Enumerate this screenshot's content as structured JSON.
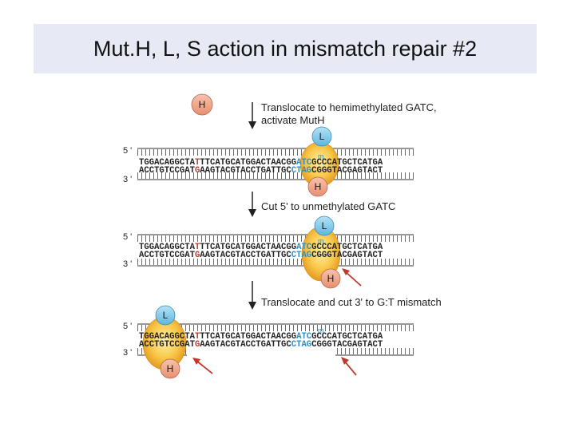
{
  "title": "Mut.H, L, S action in mismatch repair  #2",
  "steps": [
    {
      "line1": "Translocate to hemimethylated GATC,",
      "line2": "activate MutH"
    },
    {
      "line1": "Cut 5' to unmethylated GATC"
    },
    {
      "line1": "Translocate and cut 3' to G:T mismatch"
    }
  ],
  "strand_labels": {
    "five_prime": "5 '",
    "three_prime": "3 '"
  },
  "proteins": {
    "mutH": "H",
    "mutL": "L",
    "methyl": "m"
  },
  "sequence": {
    "top": [
      "TGGACAGGCTA",
      "T",
      "TTCATGCATGGACTAACGG",
      "ATC",
      "GCCCATGCTCATGA"
    ],
    "bottom": [
      "ACCTGTCCGAT",
      "G",
      "AAGTACGTACCTGATTGC",
      "CTAG",
      "CGGGTACGAGTACT"
    ]
  },
  "colors": {
    "mismatch": "#c0392b",
    "methylated": "#2e8fc6",
    "arrow": "#c0392b",
    "mutS_fill": "#f5b53a",
    "protein_L": "#7fc6e8",
    "protein_H": "#f2a58a"
  }
}
